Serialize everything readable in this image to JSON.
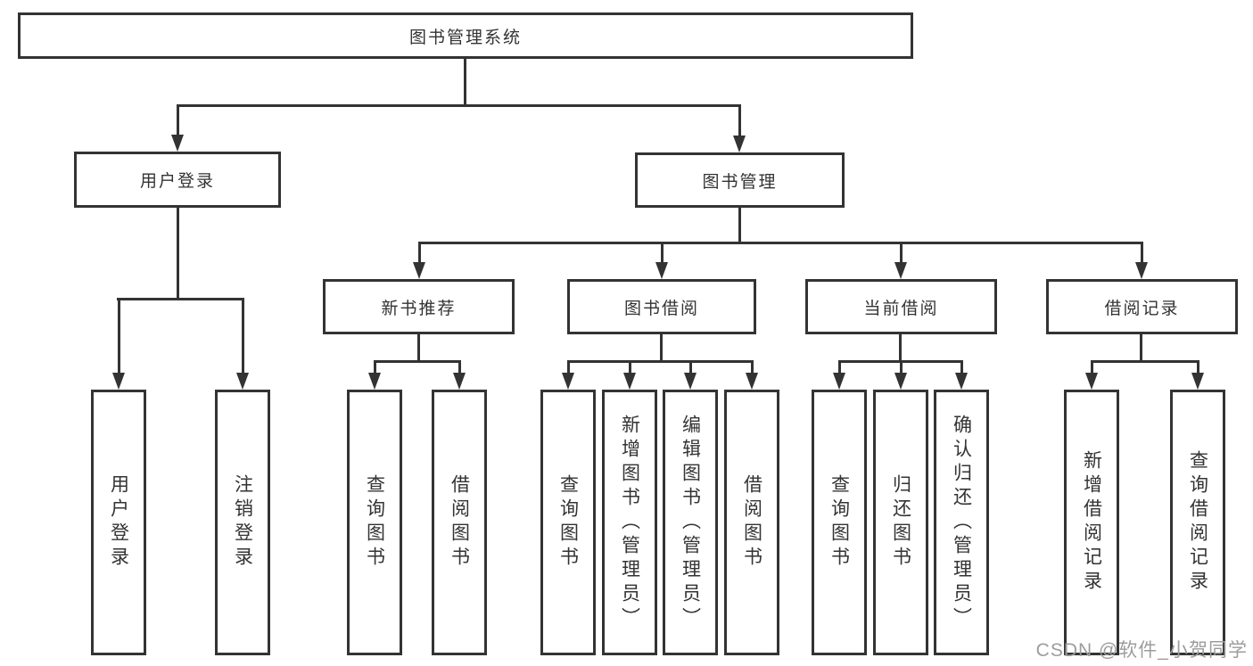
{
  "diagram": {
    "root": {
      "label": "图书管理系统"
    },
    "level2": [
      {
        "label": "用户登录"
      },
      {
        "label": "图书管理"
      }
    ],
    "level3": [
      {
        "label": "新书推荐",
        "parent": "图书管理"
      },
      {
        "label": "图书借阅",
        "parent": "图书管理"
      },
      {
        "label": "当前借阅",
        "parent": "图书管理"
      },
      {
        "label": "借阅记录",
        "parent": "图书管理"
      }
    ],
    "leaves": [
      {
        "parent": "用户登录",
        "label": "用户登录"
      },
      {
        "parent": "用户登录",
        "label": "注销登录"
      },
      {
        "parent": "新书推荐",
        "label": "查询图书"
      },
      {
        "parent": "新书推荐",
        "label": "借阅图书"
      },
      {
        "parent": "图书借阅",
        "label": "查询图书"
      },
      {
        "parent": "图书借阅",
        "label": "新增图书（管理员）"
      },
      {
        "parent": "图书借阅",
        "label": "编辑图书（管理员）"
      },
      {
        "parent": "图书借阅",
        "label": "借阅图书"
      },
      {
        "parent": "当前借阅",
        "label": "查询图书"
      },
      {
        "parent": "当前借阅",
        "label": "归还图书"
      },
      {
        "parent": "当前借阅",
        "label": "确认归还（管理员）"
      },
      {
        "parent": "借阅记录",
        "label": "新增借阅记录"
      },
      {
        "parent": "借阅记录",
        "label": "查询借阅记录"
      }
    ]
  },
  "watermark": "CSDN @软件_小贺同学",
  "colors": {
    "line": "#333333",
    "text": "#333333",
    "box_background": "#ffffff",
    "watermark": "#9c9c9c",
    "page_background": "#ffffff"
  }
}
